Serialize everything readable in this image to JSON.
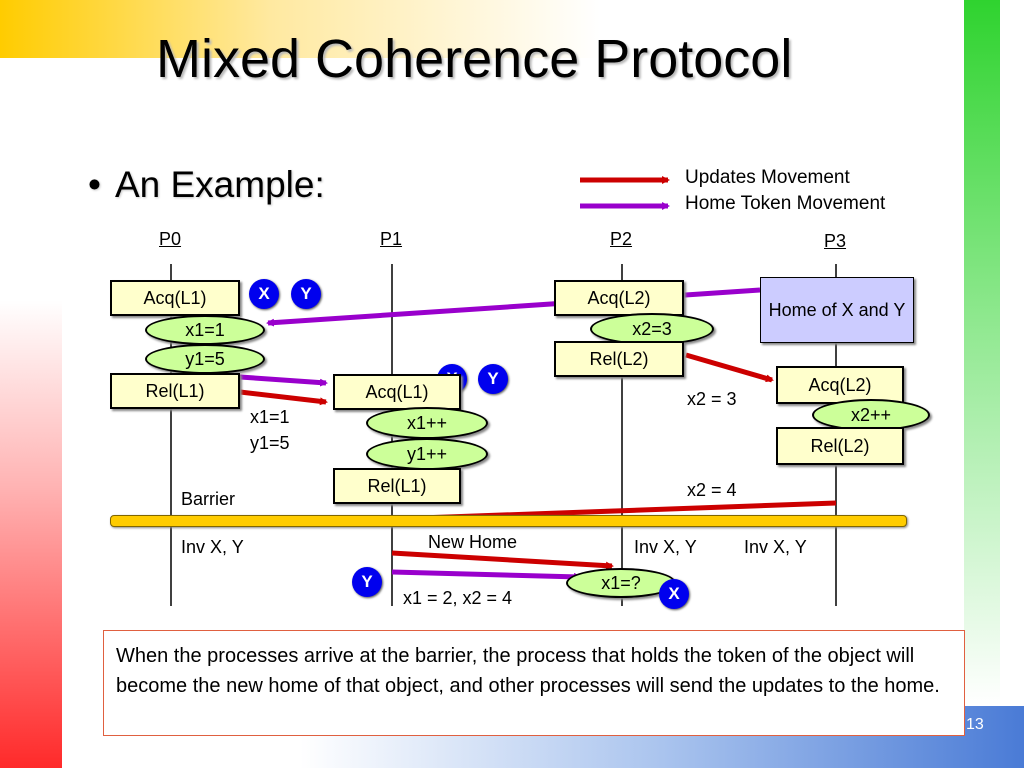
{
  "slide": {
    "title": "Mixed Coherence Protocol",
    "bullet": "An Example:",
    "slide_number": "13"
  },
  "legend": {
    "updates": {
      "label": "Updates Movement",
      "color": "#cc0000"
    },
    "token": {
      "label": "Home Token Movement",
      "color": "#9900cc"
    }
  },
  "processes": [
    "P0",
    "P1",
    "P2",
    "P3"
  ],
  "diagram": {
    "p0_acq": "Acq(L1)",
    "p0_x1": "x1=1",
    "p0_y1": "y1=5",
    "p0_rel": "Rel(L1)",
    "p1_acq": "Acq(L1)",
    "p1_x": "x1++",
    "p1_y": "y1++",
    "p1_rel": "Rel(L1)",
    "p2_acq": "Acq(L2)",
    "p2_x2": "x2=3",
    "p2_rel": "Rel(L2)",
    "p3_home": "Home of X and Y",
    "p3_acq": "Acq(L2)",
    "p3_x2": "x2++",
    "p3_rel": "Rel(L2)",
    "token_x": "X",
    "token_y": "Y",
    "msg_x1": "x1=1",
    "msg_y1": "y1=5",
    "msg_x2_3": "x2 = 3",
    "msg_x2_4": "x2 = 4",
    "barrier": "Barrier",
    "inv_p0": "Inv X, Y",
    "inv_p2": "Inv X, Y",
    "inv_p3": "Inv X, Y",
    "new_home": "New Home",
    "query": "x1=?",
    "final_values": "x1 = 2, x2 = 4"
  },
  "note": "When the processes arrive at the barrier, the process that holds the token of the object will become the new home of that object, and other processes will send the updates to the home."
}
